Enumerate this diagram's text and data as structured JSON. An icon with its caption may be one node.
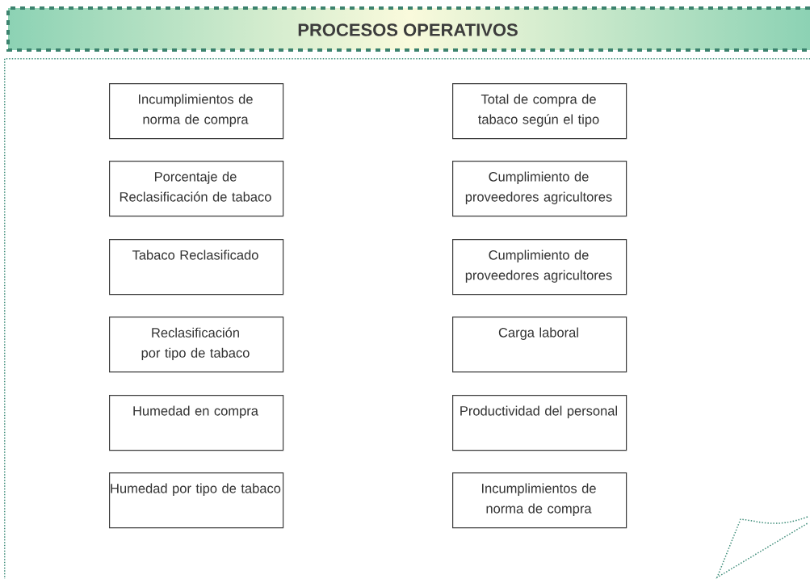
{
  "diagram": {
    "title": "PROCESOS OPERATIVOS",
    "nodes": [
      {
        "text": [],
        "shape": "box"
      },
      {
        "text": [
          "Incumplimientos de norma de compra"
        ],
        "in": 0
      },
      {
        "text": [
          "Total de compra de tabaco según el tipo"
        ],
        "in": 0
      },
      {
        "text": [
          "Porcentaje de Reclasificación de tabaco"
        ],
        "in": 0
      },
      {
        "text": [
          "Cumplimiento de proveedores agricultores"
        ],
        "in": 0
      },
      {
        "text": [
          "Tabaco Reclasificado"
        ],
        "in": 0
      },
      {
        "text": [
          "Cumplimiento de proveedores agricultores"
        ],
        "in": 0
      },
      {
        "text": [
          "Reclasificación por tipo de tabaco"
        ],
        "in": 0
      },
      {
        "text": [
          "Carga laboral"
        ],
        "in": 0
      },
      {
        "text": [
          "Humedad en compra"
        ],
        "in": 0
      },
      {
        "text": [
          "Productividad del personal"
        ],
        "in": 0
      },
      {
        "text": [
          "Humedad por tipo de tabaco"
        ],
        "in": 0
      },
      {
        "text": [
          "Incumplimientos de norma de compra"
        ],
        "in": 0
      }
    ]
  }
}
